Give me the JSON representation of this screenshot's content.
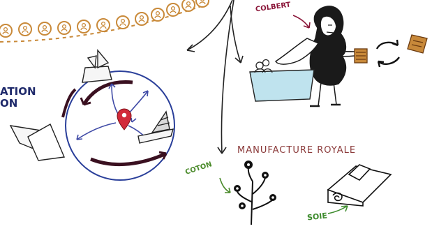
{
  "labels": {
    "ation": "ATION",
    "on": "ON",
    "colbert": "COLBERT",
    "manufacture": "MANUFACTURE ROYALE",
    "coton": "COTON",
    "soie": "SOIE"
  },
  "icons": {
    "coin": "coin-icon",
    "map_pin": "map-pin-icon",
    "ship": "ship-icon",
    "globe": "globe-icon",
    "person": "colbert-figure-icon",
    "cotton": "cotton-plant-icon",
    "silk": "silk-roll-icon",
    "exchange": "exchange-arrows-icon",
    "crate": "crate-icon"
  },
  "colors": {
    "coin_stroke": "#c98a3a",
    "globe_ring": "#2a3f9a",
    "pin": "#d22a3a",
    "arrows_dark": "#4a1530",
    "colbert_label": "#8a1538",
    "manufacture_label": "#8b3a3a",
    "coton_label": "#4a8a2a",
    "soie_label": "#3e8c2e",
    "tub": "#bfe3ee",
    "crate": "#c8893a"
  }
}
